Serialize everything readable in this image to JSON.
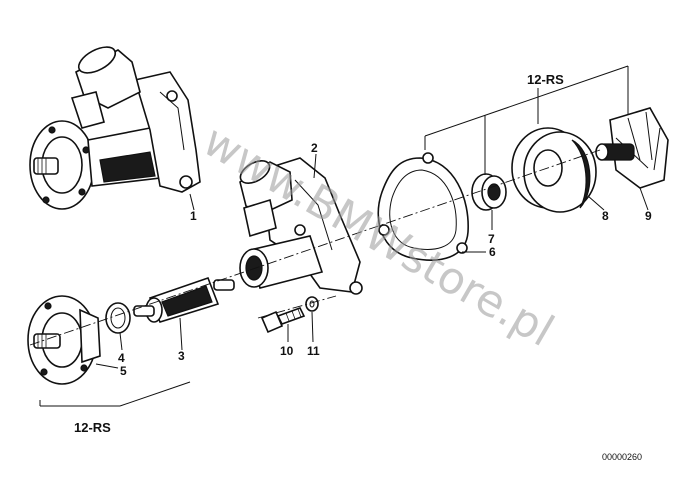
{
  "diagram": {
    "callouts": {
      "p1": "1",
      "p2": "2",
      "p3": "3",
      "p4": "4",
      "p5": "5",
      "p6": "6",
      "p7": "7",
      "p8": "8",
      "p9": "9",
      "p10": "10",
      "p11": "11"
    },
    "kit_label_top": "12-RS",
    "kit_label_bottom": "12-RS",
    "diagram_id": "00000260",
    "watermark": "www.BMWstore.pl"
  },
  "colors": {
    "ink": "#111111",
    "watermark": "#9a9a9a",
    "background": "#ffffff"
  }
}
